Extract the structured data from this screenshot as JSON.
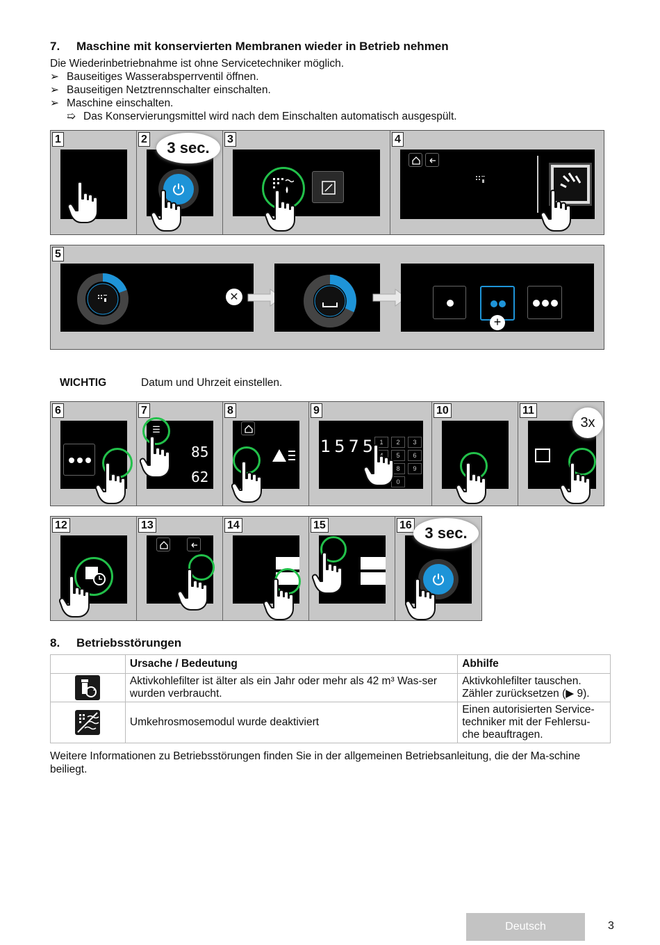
{
  "section7": {
    "number": "7.",
    "title": "Maschine mit konservierten Membranen wieder in Betrieb nehmen",
    "intro": "Die Wiederinbetriebnahme ist ohne Servicetechniker möglich.",
    "steps": [
      "Bauseitiges Wasserabsperrventil öffnen.",
      "Bauseitigen Netztrennschalter einschalten.",
      "Maschine einschalten."
    ],
    "result": "Das Konservierungsmittel wird nach dem Einschalten automatisch ausgespült.",
    "bullet_marker": "➢",
    "result_marker": "➯"
  },
  "figure_labels": [
    "1",
    "2",
    "3",
    "4",
    "5",
    "6",
    "7",
    "8",
    "9",
    "10",
    "11",
    "12",
    "13",
    "14",
    "15",
    "16"
  ],
  "press_labels": {
    "three_sec": "3 sec.",
    "three_x": "3x"
  },
  "screen_values": {
    "step7_top": "85",
    "step7_bottom": "62",
    "step9_code": "1575"
  },
  "keypad": [
    "1",
    "2",
    "3",
    "4",
    "5",
    "6",
    "7",
    "8",
    "9",
    "0"
  ],
  "wichtig": {
    "label": "WICHTIG",
    "text": "Datum und Uhrzeit einstellen."
  },
  "section8": {
    "number": "8.",
    "title": "Betriebsstörungen",
    "table": {
      "headers": [
        "",
        "Ursache / Bedeutung",
        "Abhilfe"
      ],
      "rows": [
        {
          "icon": "carbon-filter-refresh-icon",
          "cause": "Aktivkohlefilter ist älter als ein Jahr oder mehr als 42 m³ Was-ser wurden verbraucht.",
          "remedy": "Aktivkohlefilter tauschen. Zähler zurücksetzen (▶ 9)."
        },
        {
          "icon": "reverse-osmosis-off-icon",
          "cause": "Umkehrosmosemodul wurde deaktiviert",
          "remedy": "Einen autorisierten Service-techniker mit der Fehlersu-che beauftragen."
        }
      ]
    },
    "note": "Weitere Informationen zu Betriebsstörungen finden Sie in der allgemeinen Betriebsanleitung, die der Ma-schine beiliegt."
  },
  "footer": {
    "language": "Deutsch",
    "page": "3"
  },
  "colors": {
    "accent_green": "#22c04a",
    "power_blue": "#1e94d8",
    "footer_grey": "#c3c3c3"
  }
}
